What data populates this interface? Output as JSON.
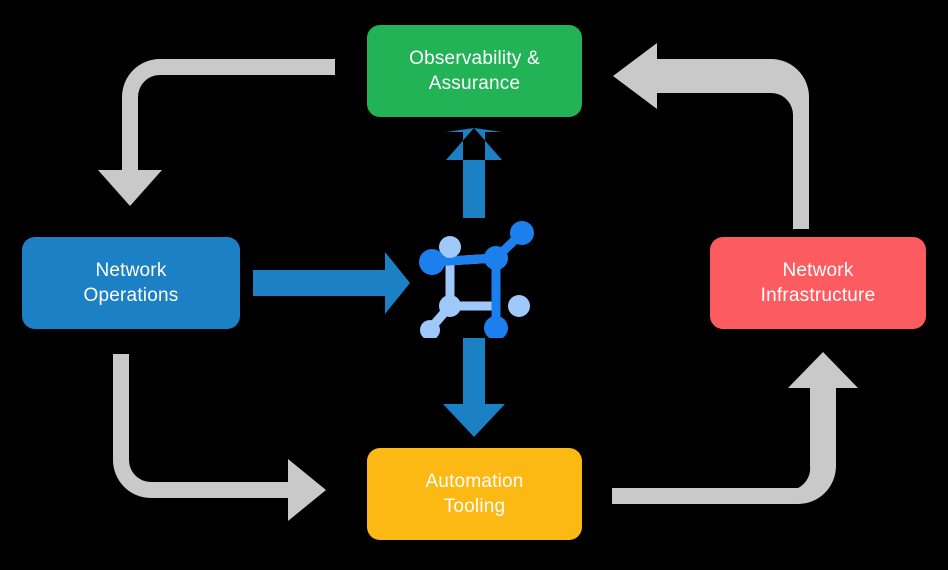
{
  "diagram": {
    "title": "Network automation lifecycle cycle diagram",
    "background_color": "#000000",
    "center_icon_name": "network-topology-icon",
    "nodes": [
      {
        "id": "observability",
        "label": "Observability &\nAssurance",
        "color": "#22b356",
        "position": "top"
      },
      {
        "id": "network-operations",
        "label": "Network\nOperations",
        "color": "#1b80c4",
        "position": "left"
      },
      {
        "id": "network-infrastructure",
        "label": "Network\nInfrastructure",
        "color": "#fc5b60",
        "position": "right"
      },
      {
        "id": "automation-tooling",
        "label": "Automation\nTooling",
        "color": "#fcb913",
        "position": "bottom"
      }
    ],
    "arrows": {
      "accent_color": "#1b80c4",
      "flow_color": "#c9c9c9",
      "inner": [
        {
          "id": "ops-to-center",
          "name": "arrow-right-ops-to-center",
          "direction": "right"
        },
        {
          "id": "center-to-observability",
          "name": "arrow-up-center-to-observability",
          "direction": "up"
        },
        {
          "id": "center-to-automation",
          "name": "arrow-down-center-to-automation",
          "direction": "down"
        }
      ],
      "outer": [
        {
          "id": "observability-to-ops",
          "name": "elbow-arrow-observability-to-operations",
          "direction": "left-then-down"
        },
        {
          "id": "infra-to-observability",
          "name": "elbow-arrow-infrastructure-to-observability",
          "direction": "up-then-left"
        },
        {
          "id": "ops-to-automation",
          "name": "elbow-arrow-operations-to-automation",
          "direction": "down-then-right"
        },
        {
          "id": "automation-to-infra",
          "name": "elbow-arrow-automation-to-infrastructure",
          "direction": "right-then-up"
        }
      ]
    },
    "center_icon": {
      "node_color_light": "#9fc9fb",
      "node_color_dark": "#1b80ee"
    }
  }
}
